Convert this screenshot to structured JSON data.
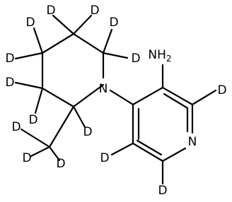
{
  "molecule": {
    "atoms": {
      "ring_N": "N",
      "pyridine_N": "N",
      "amine_N": "NH",
      "amine_H_count": "2"
    },
    "deuterium_label": "D"
  }
}
